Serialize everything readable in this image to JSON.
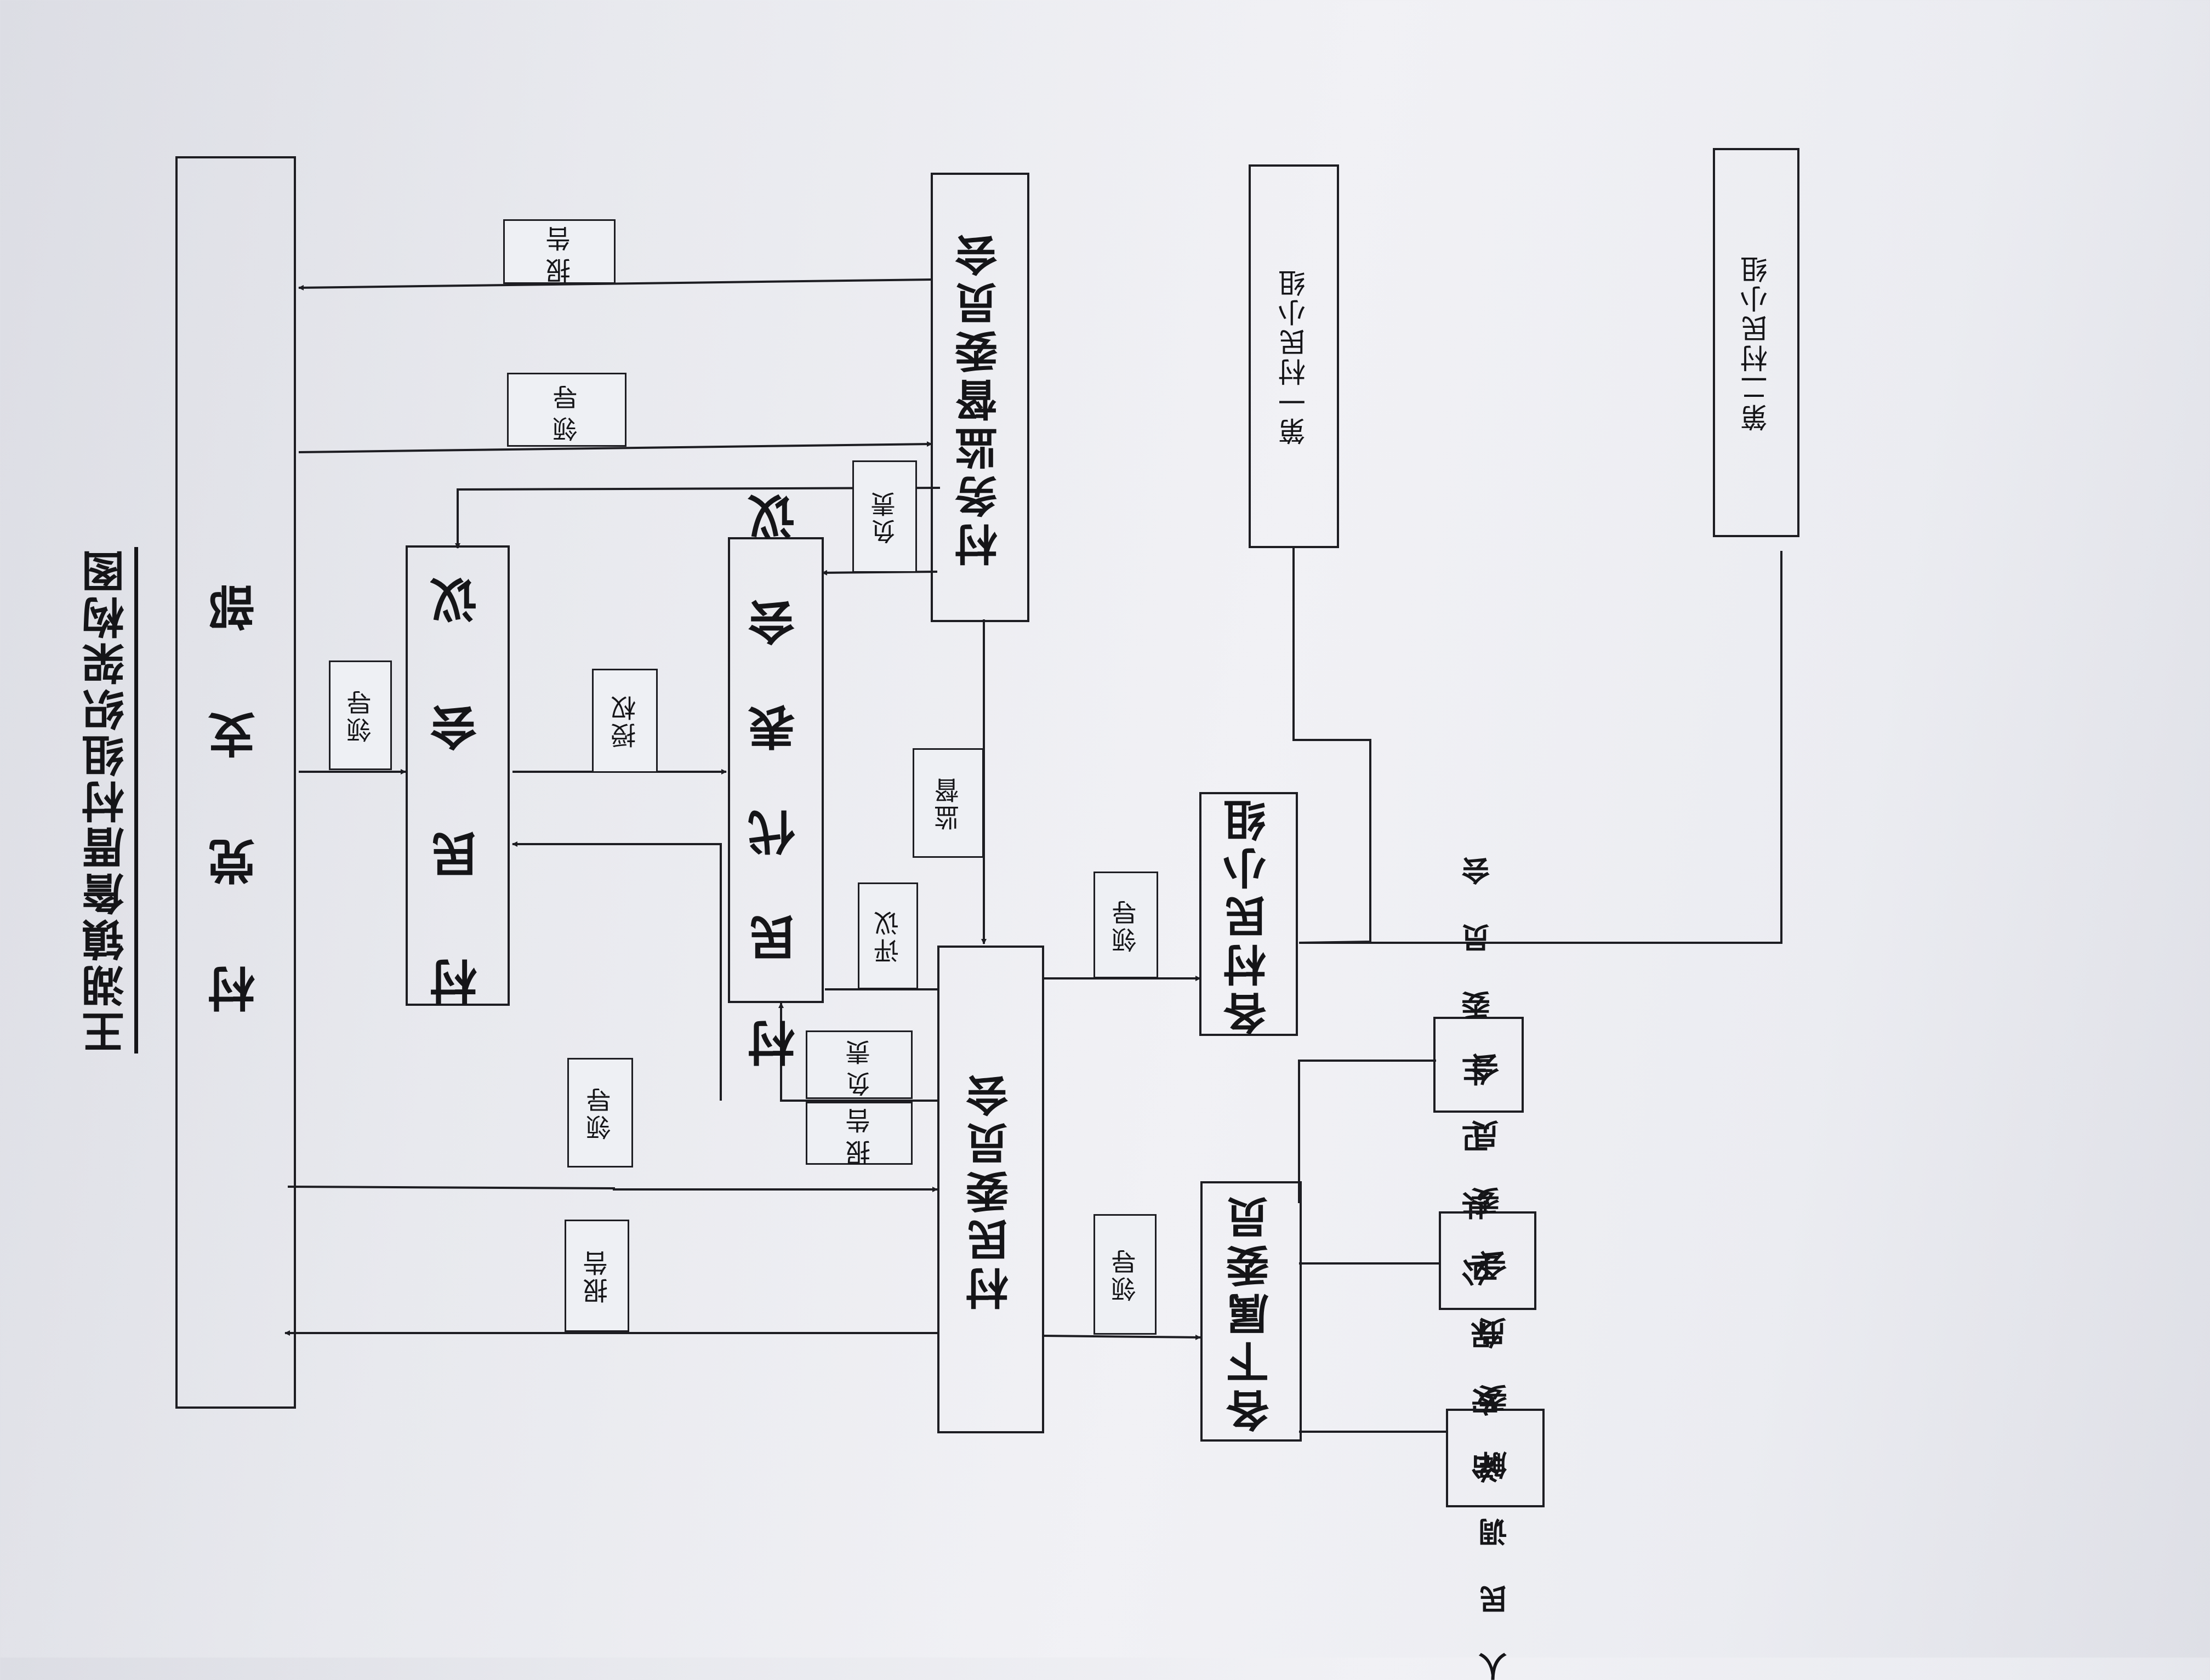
{
  "title": "王湖镇詹厝村组织架构图",
  "nodes": {
    "party_branch": "村 党 支 部",
    "villager_meeting": "村 民 会 议",
    "rep_meeting": "村 民 代 表 会 议",
    "supervision": "村务监督委员会",
    "villager_committee": "村民委员会",
    "groups": "各村民小组",
    "sub_committees": "各下属委员",
    "group1": "第一村民小组",
    "group2": "第二村民小组",
    "public_health": "公 共 卫 生 委 员 会",
    "security": "治 安 保 卫 委 员 会",
    "mediation": "人 民 调 解 委 员 会"
  },
  "labels": {
    "report_top": "报告",
    "lead_top": "领导",
    "responsible_top": "负责",
    "lead_meeting": "领导",
    "authorize": "授权",
    "supervise": "监督",
    "review": "评议",
    "responsible_mid": "负责",
    "report_mid": "报告",
    "lead_committee": "领导",
    "report_committee": "报告",
    "lead_groups": "领导",
    "lead_subs": "领导"
  }
}
